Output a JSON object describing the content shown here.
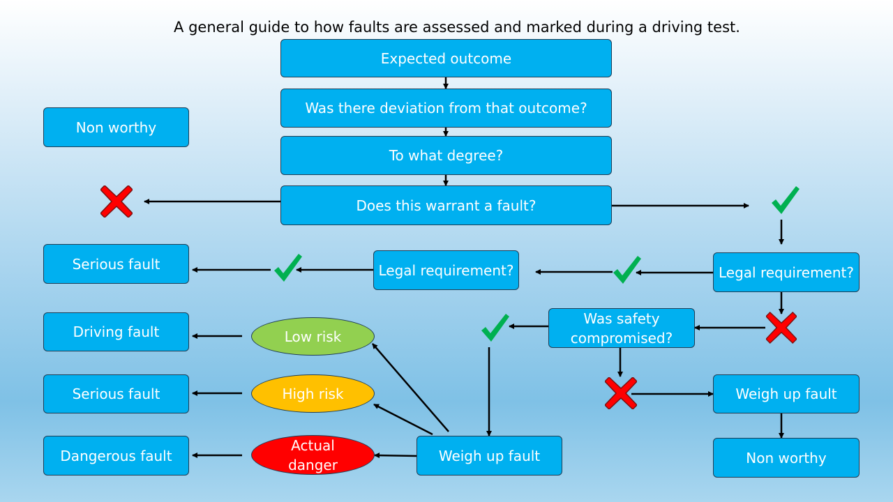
{
  "title": "A general guide to how faults are assessed and marked during a driving test.",
  "colors": {
    "box_fill": "#00b0f0",
    "box_border": "#1f3d55",
    "low_risk": "#92d050",
    "high_risk": "#ffc000",
    "actual_danger": "#ff0000",
    "check": "#00b050",
    "cross": "#ff0000"
  },
  "nodes": {
    "expected_outcome": "Expected outcome",
    "deviation": "Was there deviation from that outcome?",
    "degree": "To what degree?",
    "warrant_fault": "Does this warrant a fault?",
    "non_worthy_top": "Non worthy",
    "legal_req_right": "Legal requirement?",
    "legal_req_middle": "Legal requirement?",
    "serious_fault_top": "Serious fault",
    "safety_compromised": "Was safety compromised?",
    "weigh_up_right": "Weigh up fault",
    "non_worthy_bottom": "Non worthy",
    "weigh_up_left": "Weigh up fault",
    "low_risk": "Low risk",
    "high_risk": "High risk",
    "actual_danger": "Actual danger",
    "driving_fault": "Driving fault",
    "serious_fault_bottom": "Serious fault",
    "dangerous_fault": "Dangerous fault"
  },
  "icons": {
    "check": "check-icon",
    "cross": "cross-icon"
  }
}
